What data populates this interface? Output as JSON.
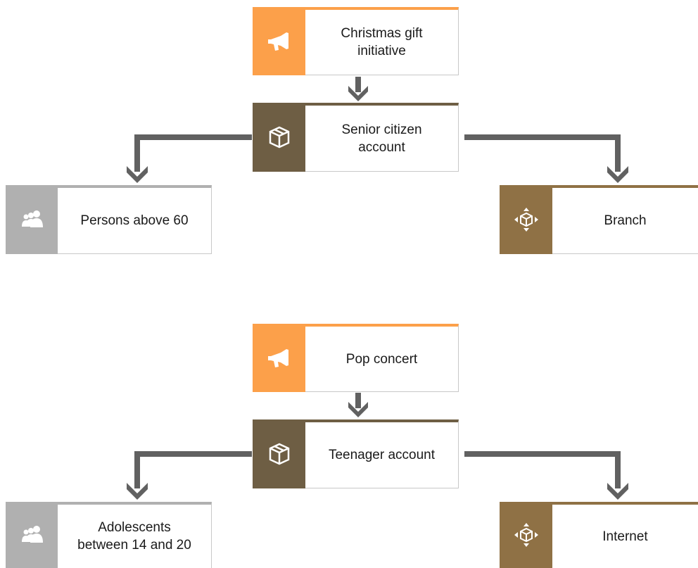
{
  "diagram_top": {
    "campaign": "Christmas gift\ninitiative",
    "product": "Senior citizen\naccount",
    "target_group": "Persons above 60",
    "channel": "Branch"
  },
  "diagram_bottom": {
    "campaign": "Pop concert",
    "product": "Teenager account",
    "target_group": "Adolescents\nbetween 14 and 20",
    "channel": "Internet"
  },
  "colors": {
    "campaign": "#fca04a",
    "product": "#6e5e44",
    "target_group": "#b0b0b0",
    "channel": "#8f7145",
    "connector": "#616161"
  },
  "icons": {
    "campaign": "megaphone-icon",
    "product": "package-icon",
    "target_group": "people-group-icon",
    "channel": "distribution-channel-icon"
  }
}
